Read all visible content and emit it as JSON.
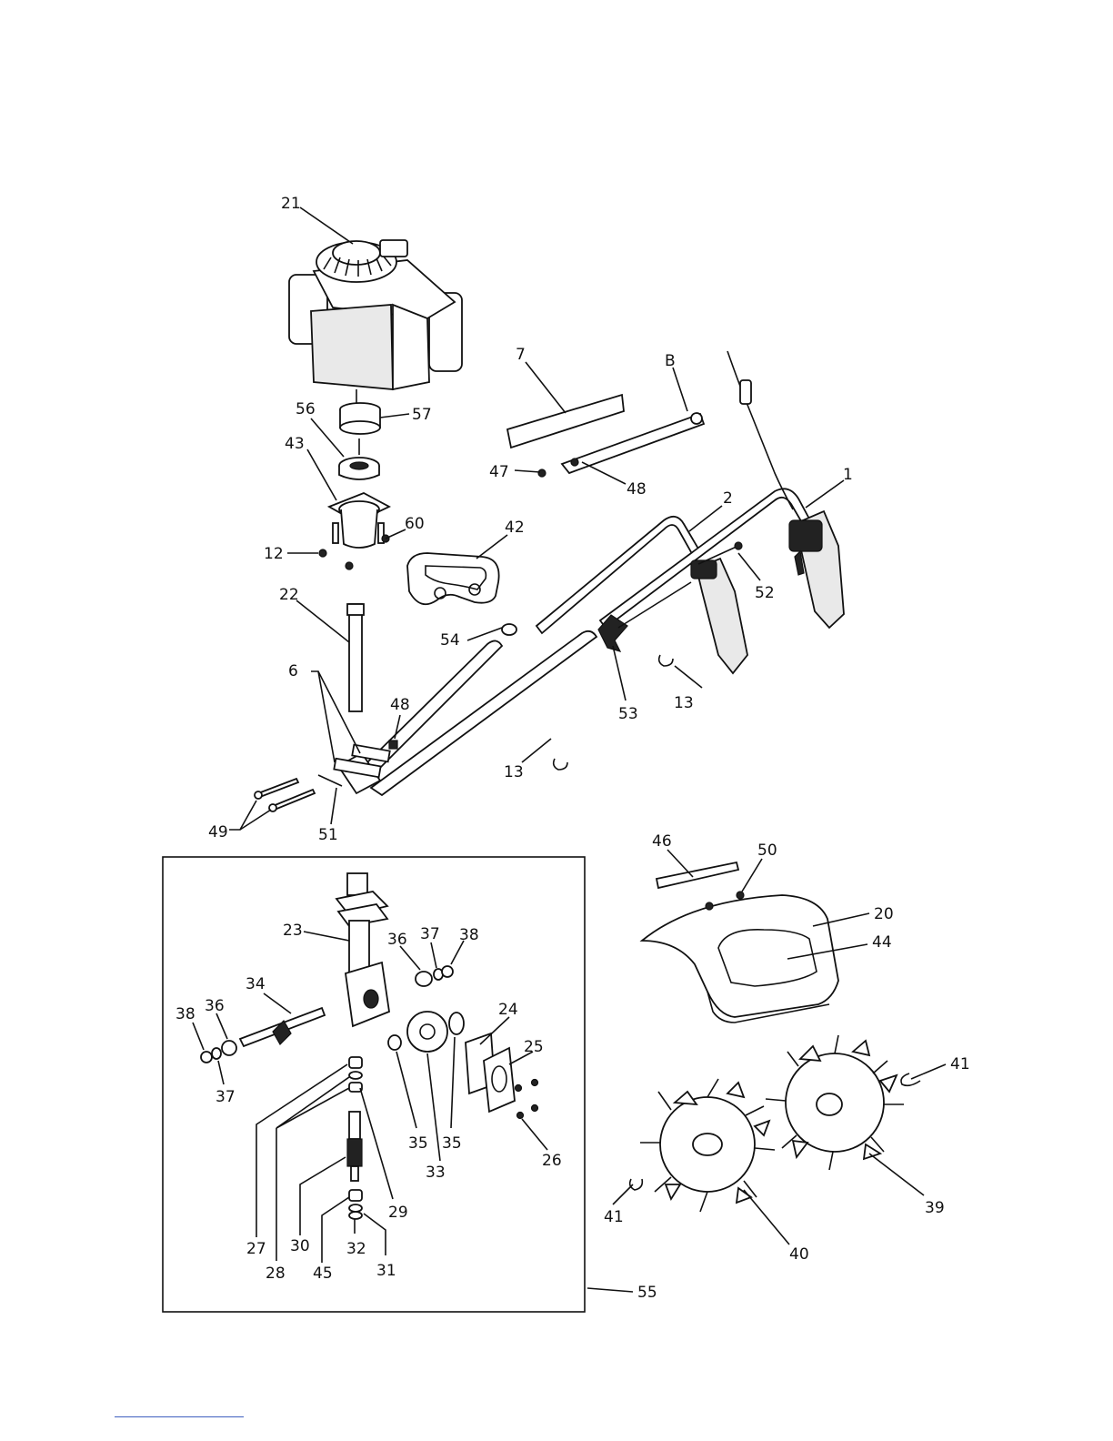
{
  "callouts": [
    {
      "label": "21"
    },
    {
      "label": "7"
    },
    {
      "label": "B"
    },
    {
      "label": "56"
    },
    {
      "label": "57"
    },
    {
      "label": "43"
    },
    {
      "label": "47"
    },
    {
      "label": "48"
    },
    {
      "label": "1"
    },
    {
      "label": "2"
    },
    {
      "label": "60"
    },
    {
      "label": "42"
    },
    {
      "label": "12"
    },
    {
      "label": "52"
    },
    {
      "label": "22"
    },
    {
      "label": "54"
    },
    {
      "label": "6"
    },
    {
      "label": "48"
    },
    {
      "label": "53"
    },
    {
      "label": "13"
    },
    {
      "label": "13"
    },
    {
      "label": "49"
    },
    {
      "label": "51"
    },
    {
      "label": "46"
    },
    {
      "label": "50"
    },
    {
      "label": "20"
    },
    {
      "label": "44"
    },
    {
      "label": "23"
    },
    {
      "label": "36"
    },
    {
      "label": "37"
    },
    {
      "label": "38"
    },
    {
      "label": "34"
    },
    {
      "label": "38"
    },
    {
      "label": "36"
    },
    {
      "label": "37"
    },
    {
      "label": "24"
    },
    {
      "label": "25"
    },
    {
      "label": "41"
    },
    {
      "label": "35"
    },
    {
      "label": "33"
    },
    {
      "label": "35"
    },
    {
      "label": "26"
    },
    {
      "label": "39"
    },
    {
      "label": "27"
    },
    {
      "label": "28"
    },
    {
      "label": "30"
    },
    {
      "label": "29"
    },
    {
      "label": "32"
    },
    {
      "label": "45"
    },
    {
      "label": "31"
    },
    {
      "label": "41"
    },
    {
      "label": "40"
    },
    {
      "label": "55"
    }
  ],
  "icons": {
    "engine": "engine-icon",
    "handlebar": "handlebar-icon",
    "transmission": "transmission-icon",
    "tine": "tine-icon",
    "shield": "shield-icon"
  },
  "colors": {
    "ink": "#111111",
    "footer_rule": "#3f5fbf"
  }
}
